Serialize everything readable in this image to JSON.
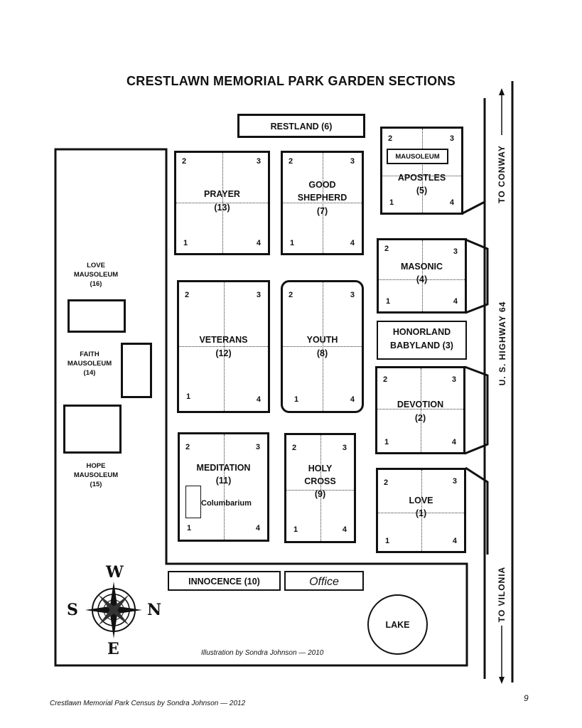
{
  "title": "CRESTLAWN MEMORIAL PARK GARDEN SECTIONS",
  "corners": {
    "c1": "1",
    "c2": "2",
    "c3": "3",
    "c4": "4"
  },
  "sections": {
    "restland": "RESTLAND (6)",
    "prayer_name": "PRAYER",
    "prayer_num": "(13)",
    "good_shepherd_line1": "GOOD",
    "good_shepherd_line2": "SHEPHERD",
    "good_shepherd_num": "(7)",
    "apostles_mausoleum": "MAUSOLEUM",
    "apostles_name": "APOSTLES",
    "apostles_num": "(5)",
    "masonic_name": "MASONIC",
    "masonic_num": "(4)",
    "honorland_line1": "HONORLAND",
    "honorland_line2": "BABYLAND (3)",
    "veterans_name": "VETERANS",
    "veterans_num": "(12)",
    "youth_name": "YOUTH",
    "youth_num": "(8)",
    "devotion_name": "DEVOTION",
    "devotion_num": "(2)",
    "meditation_name": "MEDITATION",
    "meditation_num": "(11)",
    "columbarium": "Columbarium",
    "holy_cross_line1": "HOLY",
    "holy_cross_line2": "CROSS",
    "holy_cross_num": "(9)",
    "love_name": "LOVE",
    "love_num": "(1)",
    "innocence": "INNOCENCE (10)",
    "office": "Office",
    "lake": "LAKE"
  },
  "mausoleums": {
    "love_line1": "LOVE",
    "love_line2": "MAUSOLEUM",
    "love_num": "(16)",
    "faith_line1": "FAITH",
    "faith_line2": "MAUSOLEUM",
    "faith_num": "(14)",
    "hope_line1": "HOPE",
    "hope_line2": "MAUSOLEUM",
    "hope_num": "(15)"
  },
  "roads": {
    "conway": "TO CONWAY",
    "highway": "U. S.   HIGHWAY 64",
    "vilonia": "TO VILONIA"
  },
  "compass": {
    "w": "W",
    "s": "S",
    "n": "N",
    "e": "E"
  },
  "credits": {
    "illustration": "Illustration by Sondra Johnson — 2010",
    "census": "Crestlawn Memorial Park Census by Sondra Johnson — 2012",
    "page_number": "9"
  }
}
